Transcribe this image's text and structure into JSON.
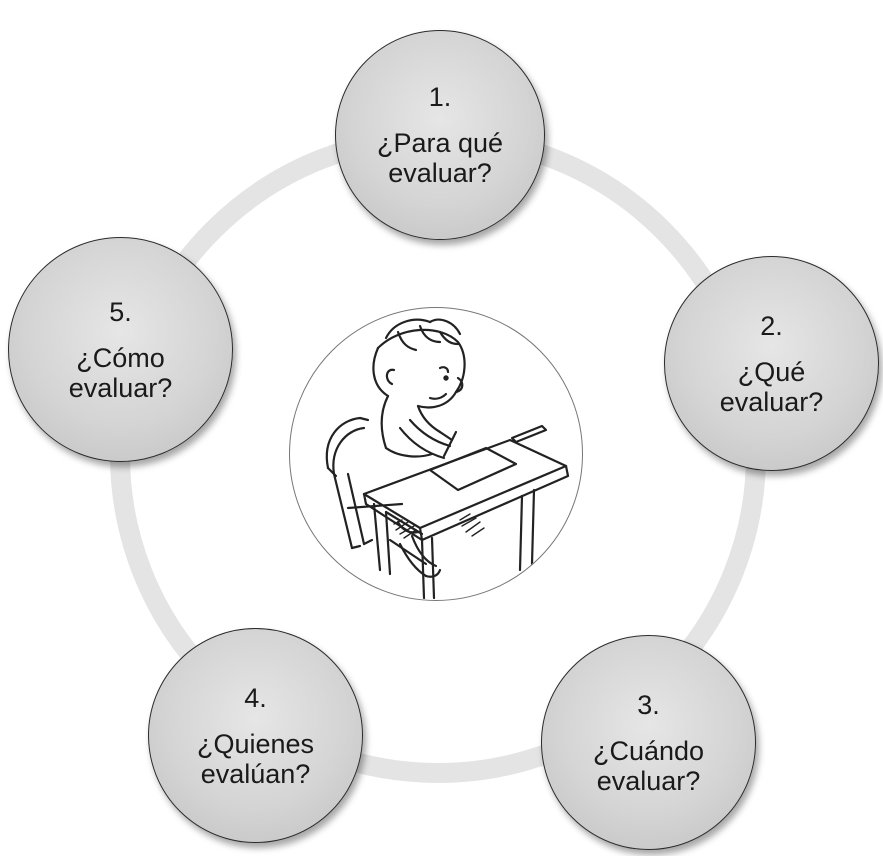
{
  "diagram": {
    "nodes": [
      {
        "number": "1.",
        "question": "¿Para qué",
        "question2": "evaluar?"
      },
      {
        "number": "2.",
        "question": "¿Qué",
        "question2": "evaluar?"
      },
      {
        "number": "3.",
        "question": "¿Cuándo",
        "question2": "evaluar?"
      },
      {
        "number": "4.",
        "question": "¿Quienes",
        "question2": "evalúan?"
      },
      {
        "number": "5.",
        "question": "¿Cómo",
        "question2": "evaluar?"
      }
    ],
    "center_image": "child-writing-at-desk-illustration",
    "colors": {
      "ring": "#e6e6e6",
      "node_fill": "#d4d4d4",
      "node_border": "#2b2b2b"
    }
  }
}
